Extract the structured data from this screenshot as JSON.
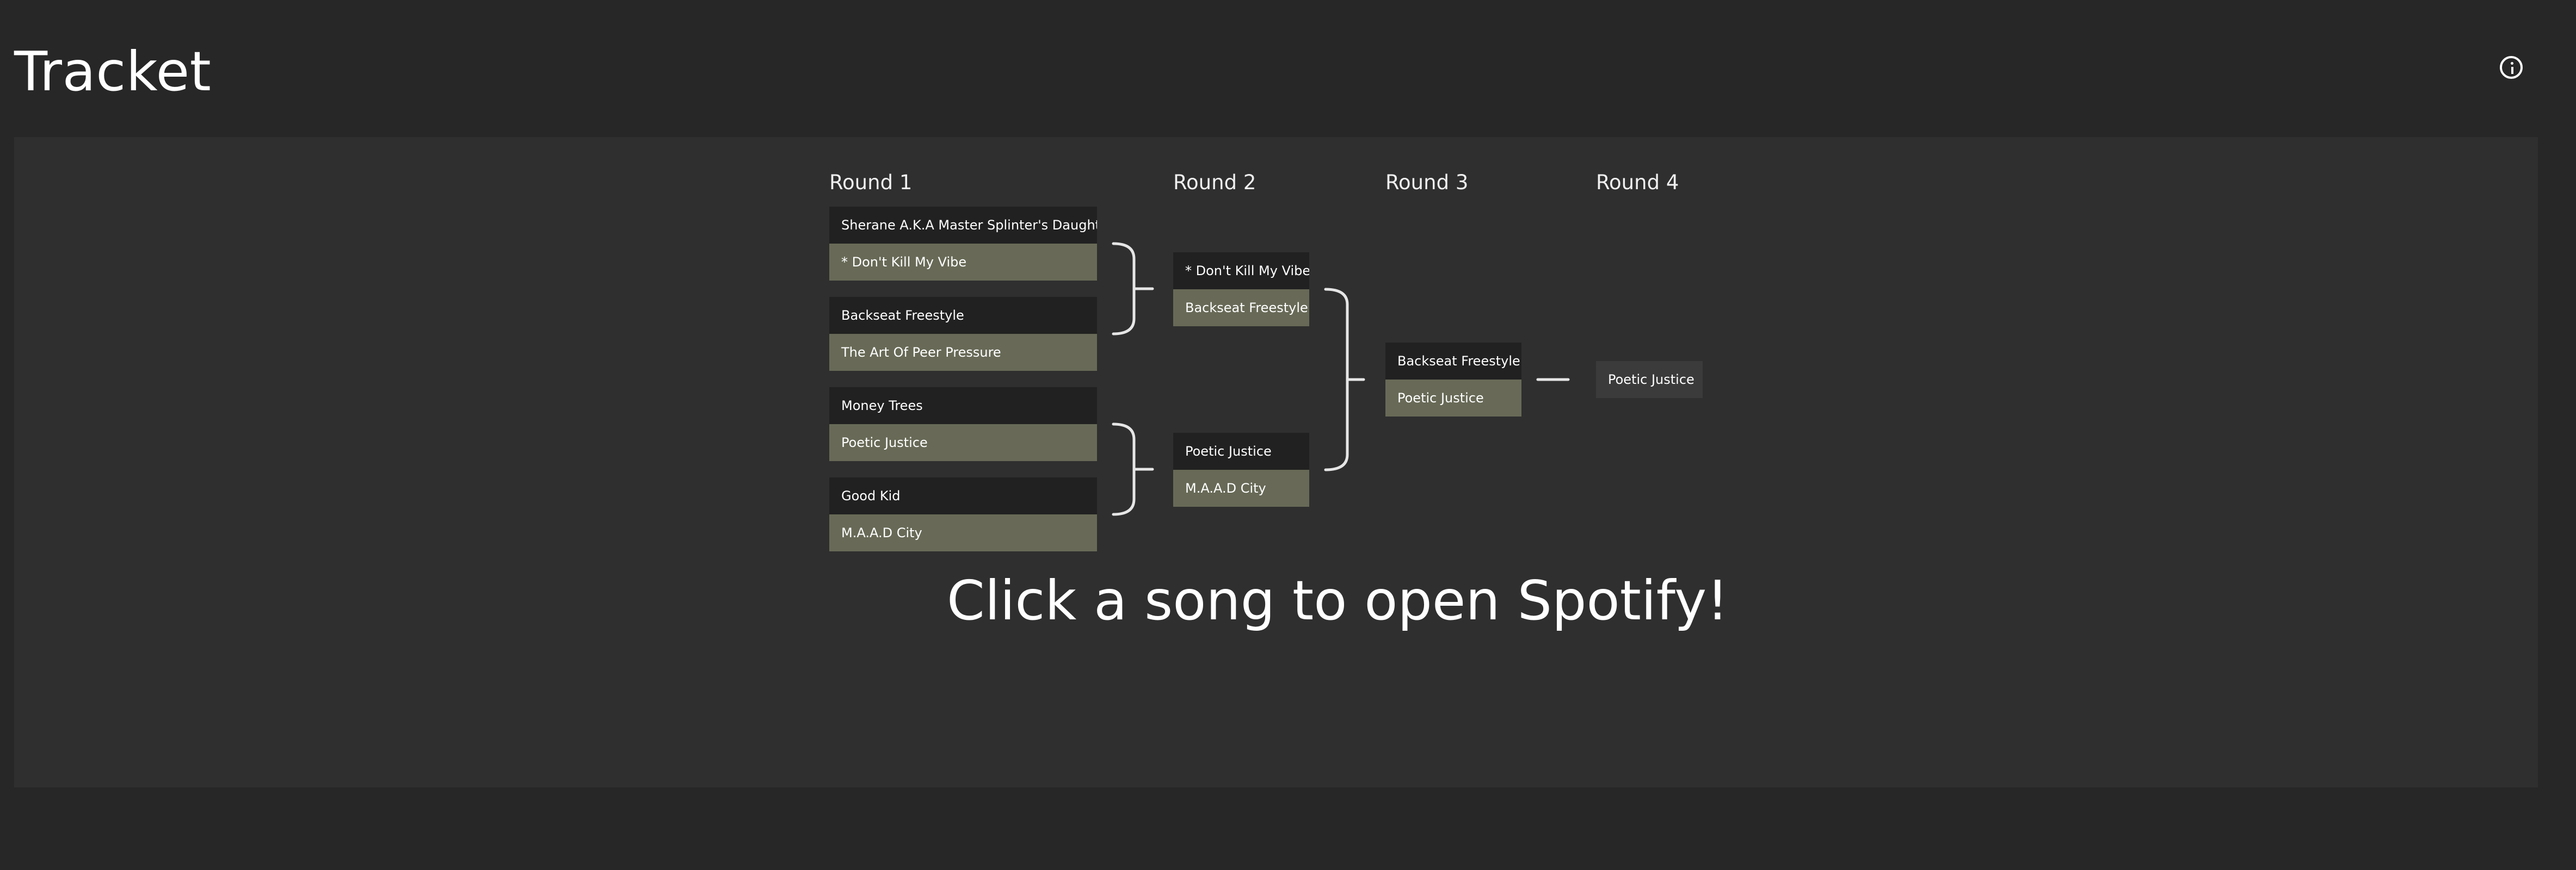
{
  "app": {
    "title": "Tracket"
  },
  "header": {
    "info_icon": "info-icon"
  },
  "bracket": {
    "rounds": [
      {
        "label": "Round 1"
      },
      {
        "label": "Round 2"
      },
      {
        "label": "Round 3"
      },
      {
        "label": "Round 4"
      }
    ],
    "round1": {
      "m1": {
        "top": "Sherane A.K.A Master Splinter's Daughter",
        "bottom": "* Don't Kill My Vibe"
      },
      "m2": {
        "top": "Backseat Freestyle",
        "bottom": "The Art Of Peer Pressure"
      },
      "m3": {
        "top": "Money Trees",
        "bottom": "Poetic Justice"
      },
      "m4": {
        "top": "Good Kid",
        "bottom": "M.A.A.D City"
      }
    },
    "round2": {
      "m1": {
        "top": "* Don't Kill My Vibe",
        "bottom": "Backseat Freestyle"
      },
      "m2": {
        "top": "Poetic Justice",
        "bottom": "M.A.A.D City"
      }
    },
    "round3": {
      "m1": {
        "top": "Backseat Freestyle",
        "bottom": "Poetic Justice"
      }
    },
    "round4": {
      "winner": "Poetic Justice"
    }
  },
  "cta": {
    "text": "Click a song to open Spotify!"
  },
  "colors": {
    "background": "#272727",
    "panel": "#2f2f2f",
    "slot_dark": "#212121",
    "slot_winner": "#686a57",
    "slot_final": "#3b3b3b",
    "connector": "#e6e6e6"
  }
}
